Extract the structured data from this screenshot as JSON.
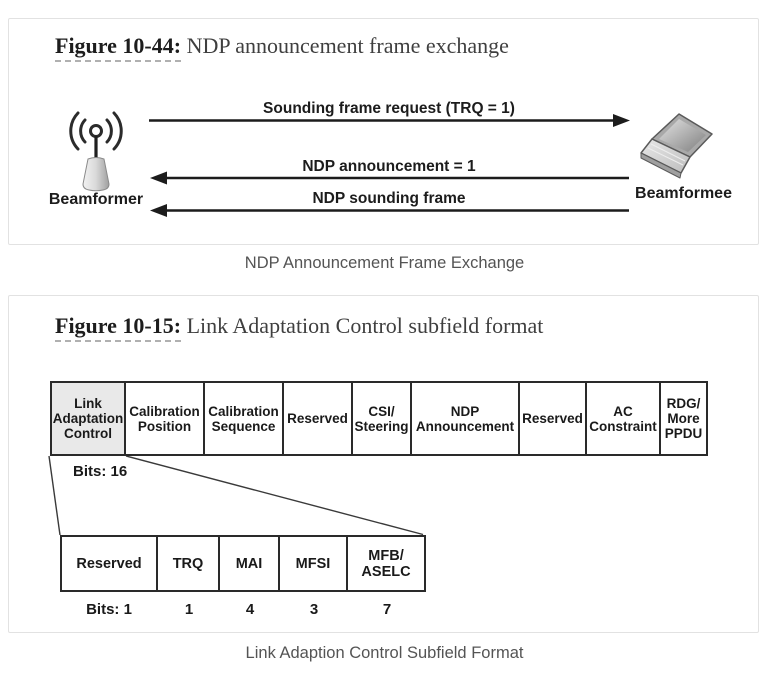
{
  "figure1": {
    "title": {
      "label": "Figure 10-44:",
      "text": "NDP announcement frame exchange"
    },
    "nodes": {
      "left": "Beamformer",
      "right": "Beamformee"
    },
    "messages": [
      {
        "label": "Sounding frame request (TRQ = 1)",
        "direction": "right"
      },
      {
        "label": "NDP announcement = 1",
        "direction": "left"
      },
      {
        "label": "NDP sounding frame",
        "direction": "left"
      }
    ],
    "caption": "NDP Announcement Frame Exchange"
  },
  "figure2": {
    "title": {
      "label": "Figure 10-15:",
      "text": "Link Adaptation Control subfield format"
    },
    "field_table": {
      "bits_label": "Bits: 16",
      "cells": [
        {
          "label": "Link\nAdaptation\nControl",
          "shaded": true
        },
        {
          "label": "Calibration\nPosition"
        },
        {
          "label": "Calibration\nSequence"
        },
        {
          "label": "Reserved"
        },
        {
          "label": "CSI/\nSteering"
        },
        {
          "label": "NDP\nAnnouncement"
        },
        {
          "label": "Reserved"
        },
        {
          "label": "AC\nConstraint"
        },
        {
          "label": "RDG/\nMore\nPPDU"
        }
      ]
    },
    "subfield_table": {
      "cells": [
        {
          "label": "Reserved",
          "bits": "Bits: 1"
        },
        {
          "label": "TRQ",
          "bits": "1"
        },
        {
          "label": "MAI",
          "bits": "4"
        },
        {
          "label": "MFSI",
          "bits": "3"
        },
        {
          "label": "MFB/\nASELC",
          "bits": "7"
        }
      ]
    },
    "caption": "Link Adaption Control Subfield Format"
  },
  "colors": {
    "card_border": "#e2e2e2",
    "table_border": "#2a2a2a",
    "shaded_cell": "#e9e9e9",
    "caption_text": "#545454",
    "arrow": "#1c1c1c"
  }
}
